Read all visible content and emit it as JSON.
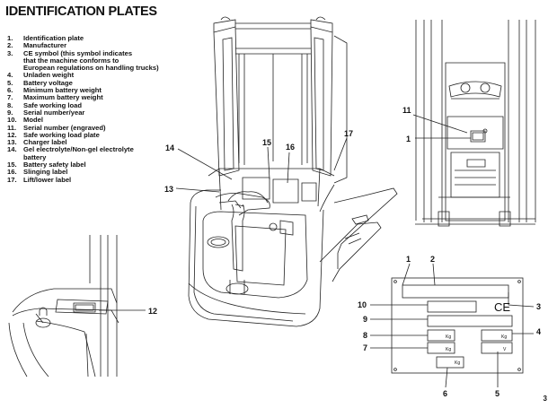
{
  "page": {
    "title": "IDENTIFICATION PLATES",
    "page_number": "3"
  },
  "legend": [
    {
      "num": "1.",
      "text": "Identification plate"
    },
    {
      "num": "2.",
      "text": "Manufacturer"
    },
    {
      "num": "3.",
      "text": "CE symbol (this symbol indicates\nthat the machine conforms to\nEuropean regulations on handling trucks)"
    },
    {
      "num": "4.",
      "text": "Unladen weight"
    },
    {
      "num": "5.",
      "text": "Battery voltage"
    },
    {
      "num": "6.",
      "text": "Minimum battery weight"
    },
    {
      "num": "7.",
      "text": "Maximum battery weight"
    },
    {
      "num": "8.",
      "text": "Safe working load"
    },
    {
      "num": "9.",
      "text": "Serial number/year"
    },
    {
      "num": "10.",
      "text": "Model"
    },
    {
      "num": "11.",
      "text": "Serial number (engraved)"
    },
    {
      "num": "12.",
      "text": "Safe working load plate"
    },
    {
      "num": "13.",
      "text": "Charger label"
    },
    {
      "num": "14.",
      "text": "Gel electrolyte/Non-gel electrolyte\nbattery"
    },
    {
      "num": "15.",
      "text": "Battery safety label"
    },
    {
      "num": "16.",
      "text": "Slinging label"
    },
    {
      "num": "17.",
      "text": "Lift/lower label"
    }
  ],
  "callouts": {
    "truck": {
      "c14": "14",
      "c15": "15",
      "c16": "16",
      "c17": "17",
      "c13": "13"
    },
    "rear": {
      "c11": "11",
      "c1": "1"
    },
    "detail": {
      "c12": "12"
    },
    "plate": {
      "c1": "1",
      "c2": "2",
      "c3": "3",
      "c4": "4",
      "c5": "5",
      "c6": "6",
      "c7": "7",
      "c8": "8",
      "c9": "9",
      "c10": "10"
    }
  },
  "plate": {
    "ce_mark": "CE",
    "unit_kg": "Kg",
    "unit_v": "V"
  }
}
